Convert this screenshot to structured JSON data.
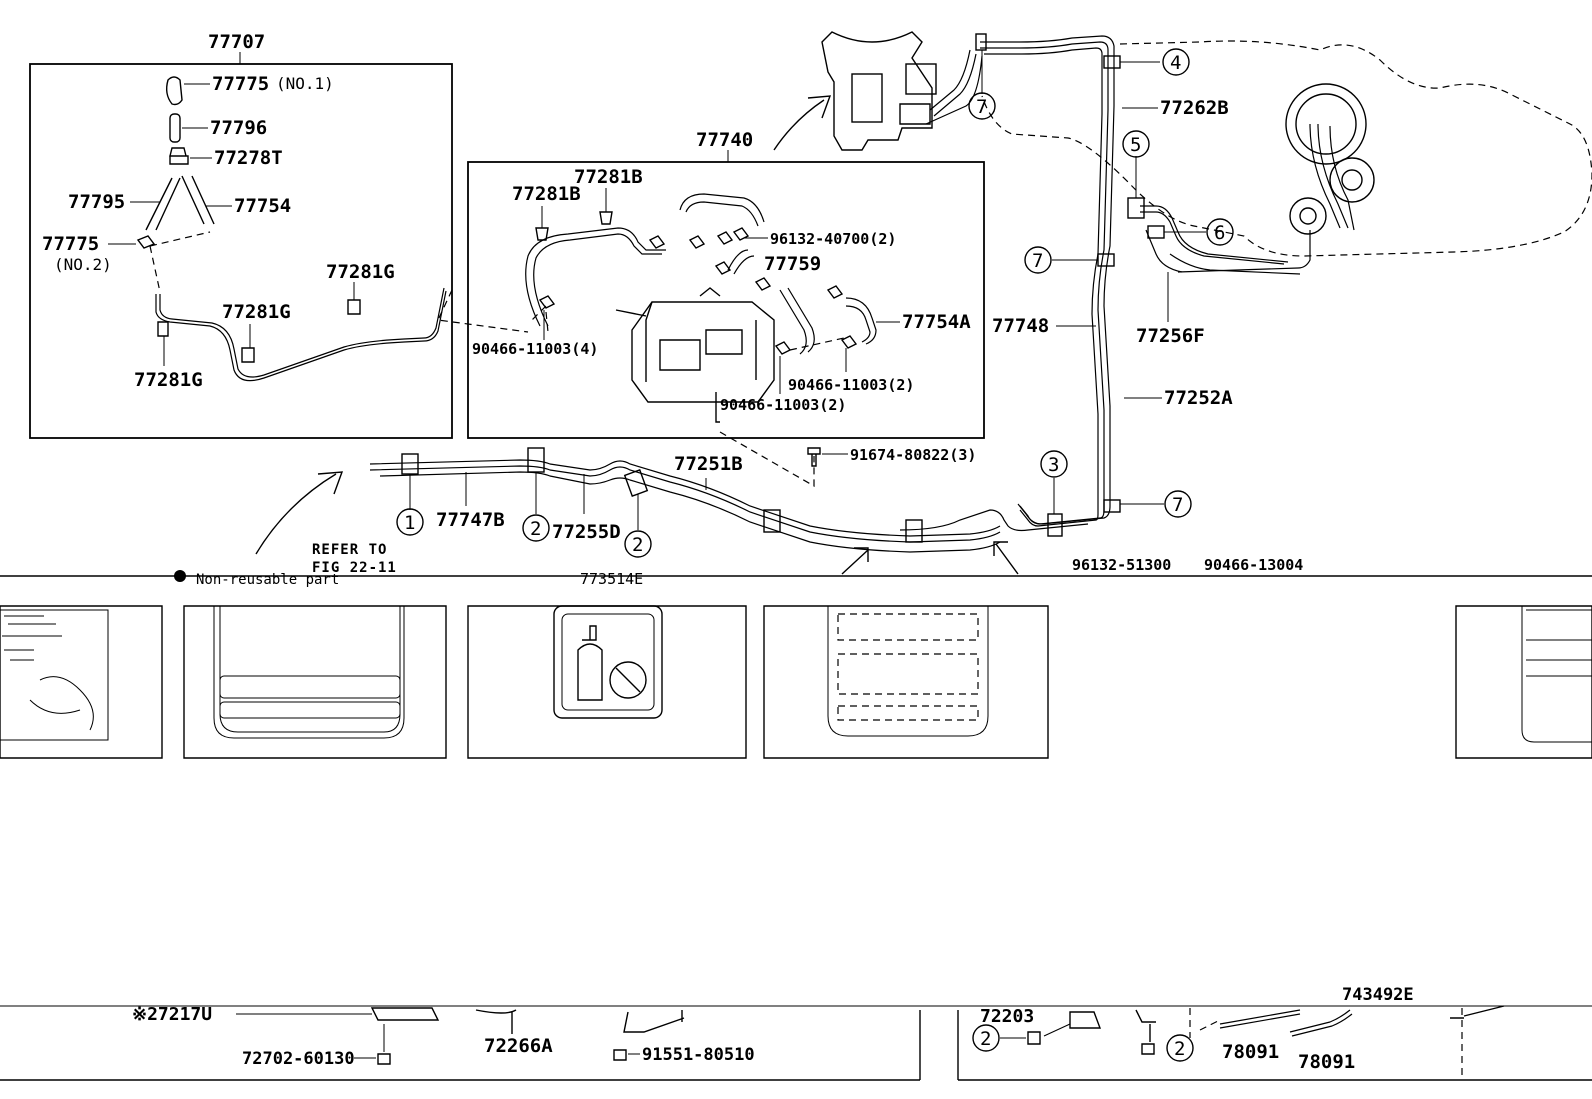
{
  "diagram": {
    "inset_left": {
      "title": "77707",
      "labels": [
        "77775",
        "(NO.1)",
        "77796",
        "77278T",
        "77795",
        "77754",
        "77775",
        "(NO.2)",
        "77281G",
        "77281G",
        "77281G"
      ]
    },
    "inset_right": {
      "title": "77740",
      "labels": [
        "77281B",
        "77281B",
        "96132-40700(2)",
        "77759",
        "77754A",
        "90466-11003(4)",
        "90466-11003(2)",
        "90466-11003(2)"
      ]
    },
    "main_labels": [
      "77262B",
      "77748",
      "77256F",
      "77252A",
      "91674-80822(3)",
      "77251B",
      "77747B",
      "77255D",
      "96132-51300",
      "90466-13004"
    ],
    "callouts": [
      "4",
      "7",
      "5",
      "6",
      "7",
      "1",
      "2",
      "2",
      "3",
      "7"
    ],
    "refer_note": [
      "REFER TO",
      "FIG 22-11"
    ],
    "partial_texts": {
      "non_reusable": "Non-reusable part",
      "fig_code_mid": "773514E",
      "fig_code_bottom": "743492E",
      "bottom_labels": [
        "※27217U",
        "72702-60130",
        "72266A",
        "91551-80510",
        "72203",
        "78091",
        "78091"
      ],
      "bottom_callouts": [
        "2",
        "2"
      ]
    }
  }
}
